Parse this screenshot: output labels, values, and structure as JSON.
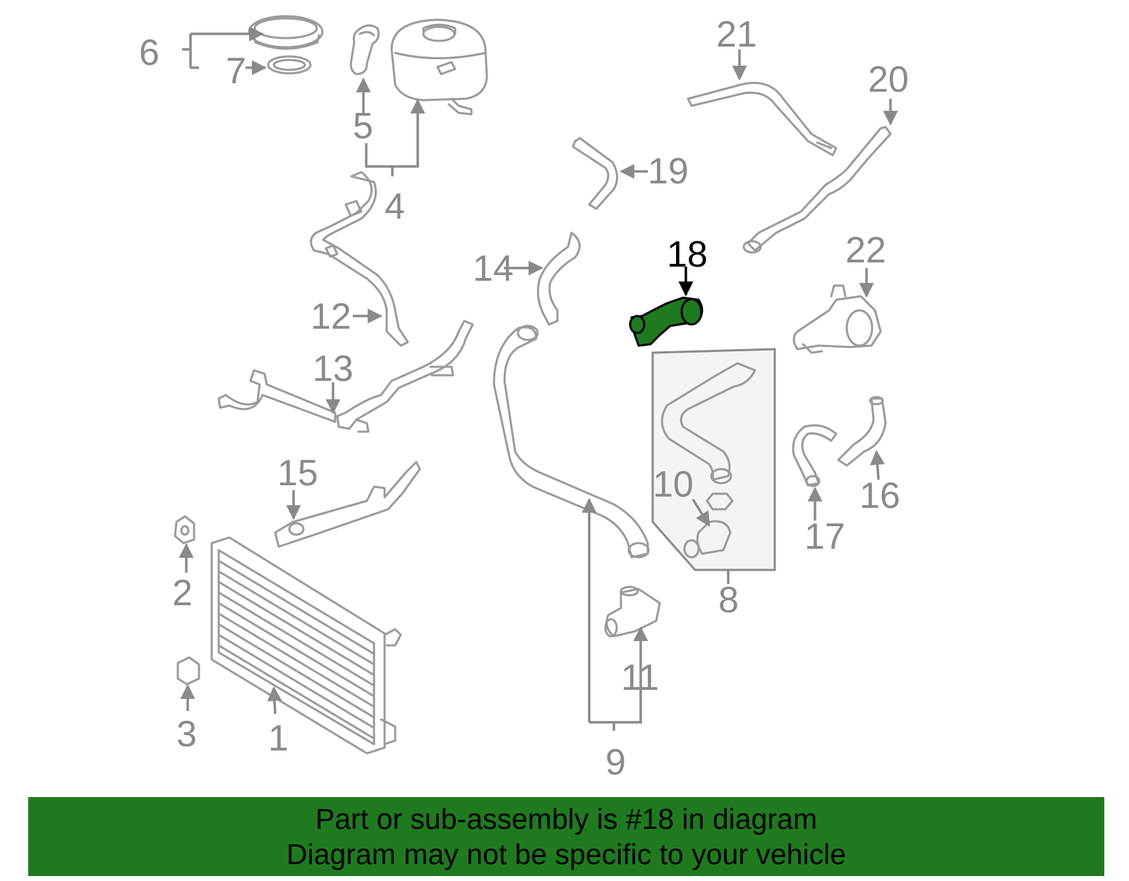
{
  "colors": {
    "part_stroke": "#9a9a9a",
    "label": "#8a8a8a",
    "highlight_fill": "#1f7a1f",
    "highlight_label": "#000000",
    "banner_background": "#1f7a1f",
    "banner_text": "#000000"
  },
  "highlighted_part": "18",
  "labels": {
    "p1": "1",
    "p2": "2",
    "p3": "3",
    "p4": "4",
    "p5": "5",
    "p6": "6",
    "p7": "7",
    "p8": "8",
    "p9": "9",
    "p10": "10",
    "p11": "11",
    "p12": "12",
    "p13": "13",
    "p14": "14",
    "p15": "15",
    "p16": "16",
    "p17": "17",
    "p18": "18",
    "p19": "19",
    "p20": "20",
    "p21": "21",
    "p22": "22"
  },
  "banner": {
    "line1": "Part or sub-assembly is #18 in diagram",
    "line2": "Diagram may not be specific to your vehicle"
  }
}
